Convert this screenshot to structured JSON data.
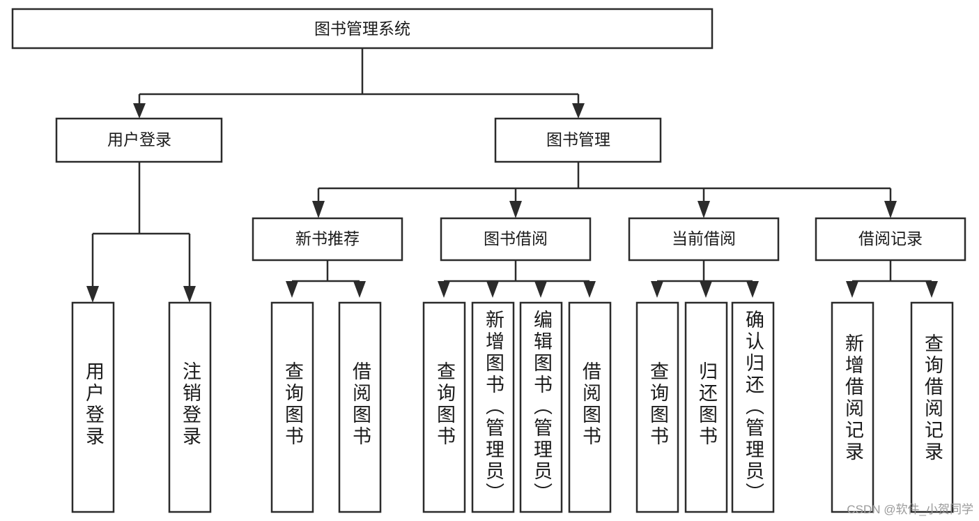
{
  "diagram": {
    "title": "图书管理系统",
    "type": "tree-hierarchy",
    "watermark": "CSDN @软件_小贺同学",
    "root": {
      "id": "root",
      "label": "图书管理系统",
      "orientation": "horizontal"
    },
    "level2": [
      {
        "id": "user-login",
        "label": "用户登录",
        "orientation": "horizontal"
      },
      {
        "id": "book-manage",
        "label": "图书管理",
        "orientation": "horizontal"
      }
    ],
    "level3": [
      {
        "id": "new-book-rec",
        "label": "新书推荐",
        "orientation": "horizontal",
        "parent": "book-manage"
      },
      {
        "id": "book-borrow",
        "label": "图书借阅",
        "orientation": "horizontal",
        "parent": "book-manage"
      },
      {
        "id": "current-borrow",
        "label": "当前借阅",
        "orientation": "horizontal",
        "parent": "book-manage"
      },
      {
        "id": "borrow-record",
        "label": "借阅记录",
        "orientation": "horizontal",
        "parent": "book-manage"
      }
    ],
    "leaves": [
      {
        "id": "leaf-user-login",
        "label": "用户登录",
        "parent": "user-login",
        "orientation": "vertical"
      },
      {
        "id": "leaf-logout",
        "label": "注销登录",
        "parent": "user-login",
        "orientation": "vertical"
      },
      {
        "id": "leaf-query-book-1",
        "label": "查询图书",
        "parent": "new-book-rec",
        "orientation": "vertical"
      },
      {
        "id": "leaf-borrow-book-1",
        "label": "借阅图书",
        "parent": "new-book-rec",
        "orientation": "vertical"
      },
      {
        "id": "leaf-query-book-2",
        "label": "查询图书",
        "parent": "book-borrow",
        "orientation": "vertical"
      },
      {
        "id": "leaf-add-book",
        "label": "新增图书（管理员）",
        "parent": "book-borrow",
        "orientation": "vertical"
      },
      {
        "id": "leaf-edit-book",
        "label": "编辑图书（管理员）",
        "parent": "book-borrow",
        "orientation": "vertical"
      },
      {
        "id": "leaf-borrow-book-2",
        "label": "借阅图书",
        "parent": "book-borrow",
        "orientation": "vertical"
      },
      {
        "id": "leaf-query-book-3",
        "label": "查询图书",
        "parent": "current-borrow",
        "orientation": "vertical"
      },
      {
        "id": "leaf-return-book",
        "label": "归还图书",
        "parent": "current-borrow",
        "orientation": "vertical"
      },
      {
        "id": "leaf-confirm-return",
        "label": "确认归还（管理员）",
        "parent": "current-borrow",
        "orientation": "vertical"
      },
      {
        "id": "leaf-add-record",
        "label": "新增借阅记录",
        "parent": "borrow-record",
        "orientation": "vertical"
      },
      {
        "id": "leaf-query-record",
        "label": "查询借阅记录",
        "parent": "borrow-record",
        "orientation": "vertical"
      }
    ],
    "colors": {
      "stroke": "#2b2b2b",
      "fill": "#ffffff",
      "text": "#1a1a1a",
      "watermark": "#9a9a9a"
    }
  }
}
